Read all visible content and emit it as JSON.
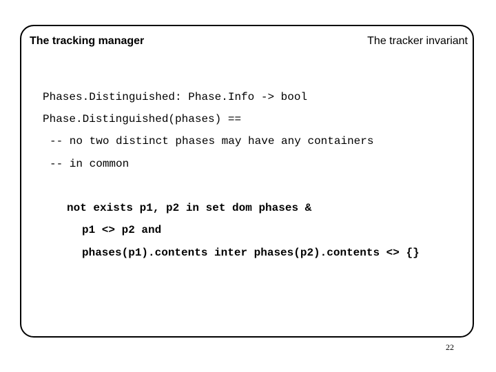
{
  "header": {
    "left_title": "The tracking manager",
    "right_title": "The tracker invariant"
  },
  "code": {
    "line1": "Phases.Distinguished: Phase.Info -> bool",
    "line2": "Phase.Distinguished(phases) ==",
    "line3": "-- no two distinct phases may have any containers",
    "line4": "-- in common",
    "line5": "not exists p1, p2 in set dom phases &",
    "line6": "p1 <> p2 and",
    "line7": "phases(p1).contents inter phases(p2).contents <> {}"
  },
  "footer": {
    "page_number": "22"
  }
}
